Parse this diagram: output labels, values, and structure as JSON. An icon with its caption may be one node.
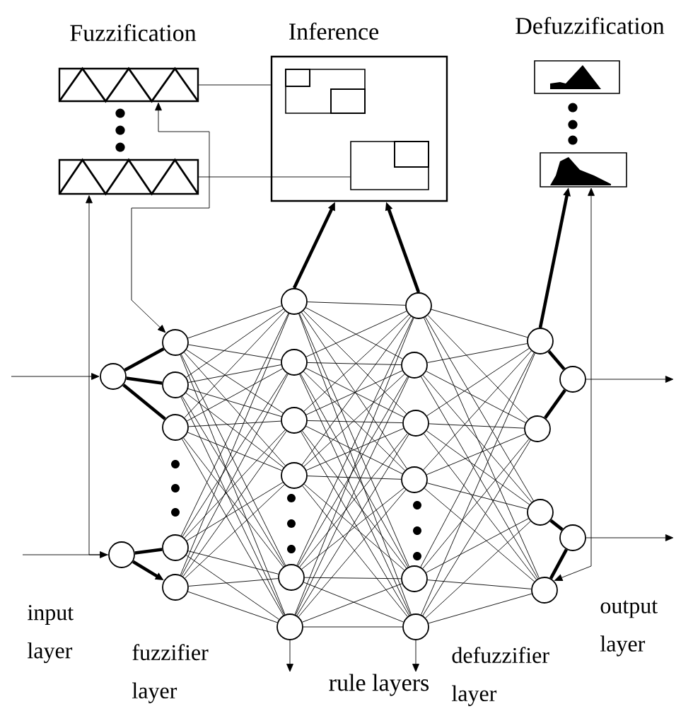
{
  "diagram": {
    "nodes": [
      {
        "text": [
          "Fuzzification"
        ]
      },
      {
        "text": [],
        "shape": "box"
      },
      {
        "text": [
          "Inference"
        ]
      },
      {
        "text": [],
        "shape": "box",
        "in": 2
      },
      {
        "text": [],
        "shape": "box",
        "in": 2
      },
      {
        "text": [
          "Defuzzification"
        ]
      },
      {
        "text": [],
        "shape": "box"
      },
      {
        "text": [],
        "shape": "circle"
      },
      {
        "text": [],
        "shape": "circle"
      },
      {
        "text": [],
        "shape": "circle"
      },
      {
        "text": [],
        "shape": "circle"
      },
      {
        "text": [],
        "shape": "circle"
      },
      {
        "text": [],
        "shape": "circle"
      },
      {
        "text": [],
        "shape": "circle"
      },
      {
        "text": [],
        "shape": "circle"
      },
      {
        "text": [],
        "shape": "circle"
      },
      {
        "text": [],
        "shape": "circle"
      },
      {
        "text": [],
        "shape": "circle"
      },
      {
        "text": [],
        "shape": "circle"
      },
      {
        "text": [],
        "shape": "circle"
      },
      {
        "text": [],
        "shape": "circle"
      },
      {
        "text": [],
        "shape": "circle"
      },
      {
        "text": [],
        "shape": "circle"
      },
      {
        "text": [],
        "shape": "circle"
      },
      {
        "text": [],
        "shape": "circle"
      },
      {
        "text": [],
        "shape": "circle"
      },
      {
        "text": [],
        "shape": "circle"
      },
      {
        "text": [],
        "shape": "circle"
      },
      {
        "text": [],
        "shape": "circle"
      },
      {
        "text": [],
        "shape": "circle"
      },
      {
        "text": [],
        "shape": "circle"
      },
      {
        "text": [],
        "shape": "circle"
      },
      {
        "text": [
          "rule layers"
        ]
      }
    ],
    "edges": [
      {
        "from": 0,
        "to": 2,
        "arrow": "none"
      },
      {
        "from": 1,
        "to": 4,
        "arrow": "none"
      },
      {
        "from": 9,
        "to": 0,
        "arrow": "both"
      },
      {
        "from": 8,
        "to": 1,
        "arrow": "to"
      },
      {
        "from": null,
        "to": 7,
        "arrow": "to"
      },
      {
        "from": null,
        "to": 8,
        "arrow": "to"
      },
      {
        "from": 14,
        "to": 2,
        "arrow": "to",
        "style": "thick"
      },
      {
        "from": 20,
        "to": 2,
        "arrow": "to",
        "style": "thick"
      },
      {
        "from": 26,
        "to": 6,
        "arrow": "to",
        "style": "thick"
      },
      {
        "from": 29,
        "to": 6,
        "arrow": "both"
      },
      {
        "from": 30,
        "to": null,
        "arrow": "to"
      },
      {
        "from": 31,
        "to": null,
        "arrow": "to"
      },
      {
        "from": 7,
        "to": 9,
        "arrow": "none",
        "style": "thick"
      },
      {
        "from": 7,
        "to": 10,
        "arrow": "none",
        "style": "thick"
      },
      {
        "from": 7,
        "to": 11,
        "arrow": "none",
        "style": "thick"
      },
      {
        "from": 8,
        "to": 12,
        "arrow": "none",
        "style": "thick"
      },
      {
        "from": 8,
        "to": 13,
        "arrow": "to",
        "style": "thick"
      },
      {
        "from": 26,
        "to": 30,
        "arrow": "none",
        "style": "thick"
      },
      {
        "from": 27,
        "to": 30,
        "arrow": "none",
        "style": "thick"
      },
      {
        "from": 28,
        "to": 31,
        "arrow": "none",
        "style": "thick"
      },
      {
        "from": 29,
        "to": 31,
        "arrow": "none",
        "style": "thick"
      },
      {
        "from": 19,
        "to": 32,
        "arrow": "to"
      },
      {
        "from": 25,
        "to": 32,
        "arrow": "to"
      },
      {
        "from": 9,
        "to": 14,
        "arrow": "none"
      },
      {
        "from": 9,
        "to": 15,
        "arrow": "none"
      },
      {
        "from": 9,
        "to": 16,
        "arrow": "none"
      },
      {
        "from": 9,
        "to": 17,
        "arrow": "none"
      },
      {
        "from": 9,
        "to": 18,
        "arrow": "none"
      },
      {
        "from": 9,
        "to": 19,
        "arrow": "none"
      },
      {
        "from": 10,
        "to": 14,
        "arrow": "none"
      },
      {
        "from": 10,
        "to": 15,
        "arrow": "none"
      },
      {
        "from": 10,
        "to": 16,
        "arrow": "none"
      },
      {
        "from": 10,
        "to": 17,
        "arrow": "none"
      },
      {
        "from": 10,
        "to": 18,
        "arrow": "none"
      },
      {
        "from": 10,
        "to": 19,
        "arrow": "none"
      },
      {
        "from": 11,
        "to": 14,
        "arrow": "none"
      },
      {
        "from": 11,
        "to": 15,
        "arrow": "none"
      },
      {
        "from": 11,
        "to": 16,
        "arrow": "none"
      },
      {
        "from": 11,
        "to": 17,
        "arrow": "none"
      },
      {
        "from": 11,
        "to": 18,
        "arrow": "none"
      },
      {
        "from": 11,
        "to": 19,
        "arrow": "none"
      },
      {
        "from": 12,
        "to": 14,
        "arrow": "none"
      },
      {
        "from": 12,
        "to": 15,
        "arrow": "none"
      },
      {
        "from": 12,
        "to": 16,
        "arrow": "none"
      },
      {
        "from": 12,
        "to": 17,
        "arrow": "none"
      },
      {
        "from": 12,
        "to": 18,
        "arrow": "none"
      },
      {
        "from": 12,
        "to": 19,
        "arrow": "none"
      },
      {
        "from": 13,
        "to": 14,
        "arrow": "none"
      },
      {
        "from": 13,
        "to": 15,
        "arrow": "none"
      },
      {
        "from": 13,
        "to": 16,
        "arrow": "none"
      },
      {
        "from": 13,
        "to": 17,
        "arrow": "none"
      },
      {
        "from": 13,
        "to": 18,
        "arrow": "none"
      },
      {
        "from": 13,
        "to": 19,
        "arrow": "none"
      },
      {
        "from": 14,
        "to": 20,
        "arrow": "none"
      },
      {
        "from": 14,
        "to": 21,
        "arrow": "none"
      },
      {
        "from": 14,
        "to": 22,
        "arrow": "none"
      },
      {
        "from": 14,
        "to": 23,
        "arrow": "none"
      },
      {
        "from": 14,
        "to": 24,
        "arrow": "none"
      },
      {
        "from": 14,
        "to": 25,
        "arrow": "none"
      },
      {
        "from": 15,
        "to": 20,
        "arrow": "none"
      },
      {
        "from": 15,
        "to": 21,
        "arrow": "none"
      },
      {
        "from": 15,
        "to": 22,
        "arrow": "none"
      },
      {
        "from": 15,
        "to": 23,
        "arrow": "none"
      },
      {
        "from": 15,
        "to": 24,
        "arrow": "none"
      },
      {
        "from": 15,
        "to": 25,
        "arrow": "none"
      },
      {
        "from": 16,
        "to": 20,
        "arrow": "none"
      },
      {
        "from": 16,
        "to": 21,
        "arrow": "none"
      },
      {
        "from": 16,
        "to": 22,
        "arrow": "none"
      },
      {
        "from": 16,
        "to": 23,
        "arrow": "none"
      },
      {
        "from": 16,
        "to": 24,
        "arrow": "none"
      },
      {
        "from": 16,
        "to": 25,
        "arrow": "none"
      },
      {
        "from": 17,
        "to": 20,
        "arrow": "none"
      },
      {
        "from": 17,
        "to": 21,
        "arrow": "none"
      },
      {
        "from": 17,
        "to": 22,
        "arrow": "none"
      },
      {
        "from": 17,
        "to": 23,
        "arrow": "none"
      },
      {
        "from": 17,
        "to": 24,
        "arrow": "none"
      },
      {
        "from": 17,
        "to": 25,
        "arrow": "none"
      },
      {
        "from": 18,
        "to": 20,
        "arrow": "none"
      },
      {
        "from": 18,
        "to": 21,
        "arrow": "none"
      },
      {
        "from": 18,
        "to": 22,
        "arrow": "none"
      },
      {
        "from": 18,
        "to": 23,
        "arrow": "none"
      },
      {
        "from": 18,
        "to": 24,
        "arrow": "none"
      },
      {
        "from": 18,
        "to": 25,
        "arrow": "none"
      },
      {
        "from": 19,
        "to": 20,
        "arrow": "none"
      },
      {
        "from": 19,
        "to": 21,
        "arrow": "none"
      },
      {
        "from": 19,
        "to": 22,
        "arrow": "none"
      },
      {
        "from": 19,
        "to": 23,
        "arrow": "none"
      },
      {
        "from": 19,
        "to": 24,
        "arrow": "none"
      },
      {
        "from": 19,
        "to": 25,
        "arrow": "none"
      },
      {
        "from": 20,
        "to": 26,
        "arrow": "none"
      },
      {
        "from": 20,
        "to": 27,
        "arrow": "none"
      },
      {
        "from": 20,
        "to": 28,
        "arrow": "none"
      },
      {
        "from": 20,
        "to": 29,
        "arrow": "none"
      },
      {
        "from": 21,
        "to": 26,
        "arrow": "none"
      },
      {
        "from": 21,
        "to": 27,
        "arrow": "none"
      },
      {
        "from": 21,
        "to": 28,
        "arrow": "none"
      },
      {
        "from": 21,
        "to": 29,
        "arrow": "none"
      },
      {
        "from": 22,
        "to": 26,
        "arrow": "none"
      },
      {
        "from": 22,
        "to": 27,
        "arrow": "none"
      },
      {
        "from": 22,
        "to": 28,
        "arrow": "none"
      },
      {
        "from": 22,
        "to": 29,
        "arrow": "none"
      },
      {
        "from": 23,
        "to": 26,
        "arrow": "none"
      },
      {
        "from": 23,
        "to": 27,
        "arrow": "none"
      },
      {
        "from": 23,
        "to": 28,
        "arrow": "none"
      },
      {
        "from": 23,
        "to": 29,
        "arrow": "none"
      },
      {
        "from": 24,
        "to": 26,
        "arrow": "none"
      },
      {
        "from": 24,
        "to": 27,
        "arrow": "none"
      },
      {
        "from": 24,
        "to": 28,
        "arrow": "none"
      },
      {
        "from": 24,
        "to": 29,
        "arrow": "none"
      },
      {
        "from": 25,
        "to": 26,
        "arrow": "none"
      },
      {
        "from": 25,
        "to": 27,
        "arrow": "none"
      },
      {
        "from": 25,
        "to": 28,
        "arrow": "none"
      },
      {
        "from": 25,
        "to": 29,
        "arrow": "none"
      }
    ],
    "labels": [
      "input layer",
      "fuzzifier layer",
      "defuzzifier layer",
      "output layer"
    ]
  }
}
